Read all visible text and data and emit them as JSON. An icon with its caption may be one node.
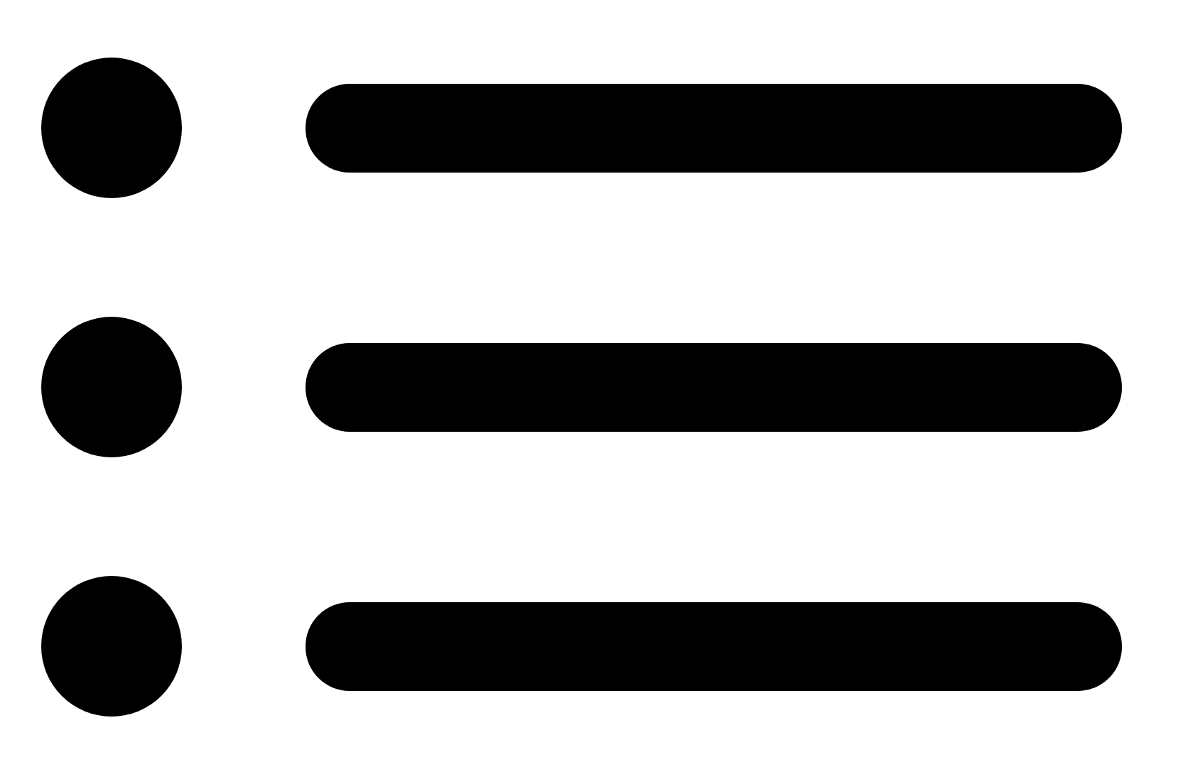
{
  "diagram": {
    "nodes": [
      {
        "text": [],
        "shape": "circle"
      },
      {
        "text": [],
        "shape": "bar"
      },
      {
        "text": [],
        "shape": "circle"
      },
      {
        "text": [],
        "shape": "bar"
      },
      {
        "text": [],
        "shape": "circle"
      },
      {
        "text": [],
        "shape": "bar"
      }
    ]
  }
}
